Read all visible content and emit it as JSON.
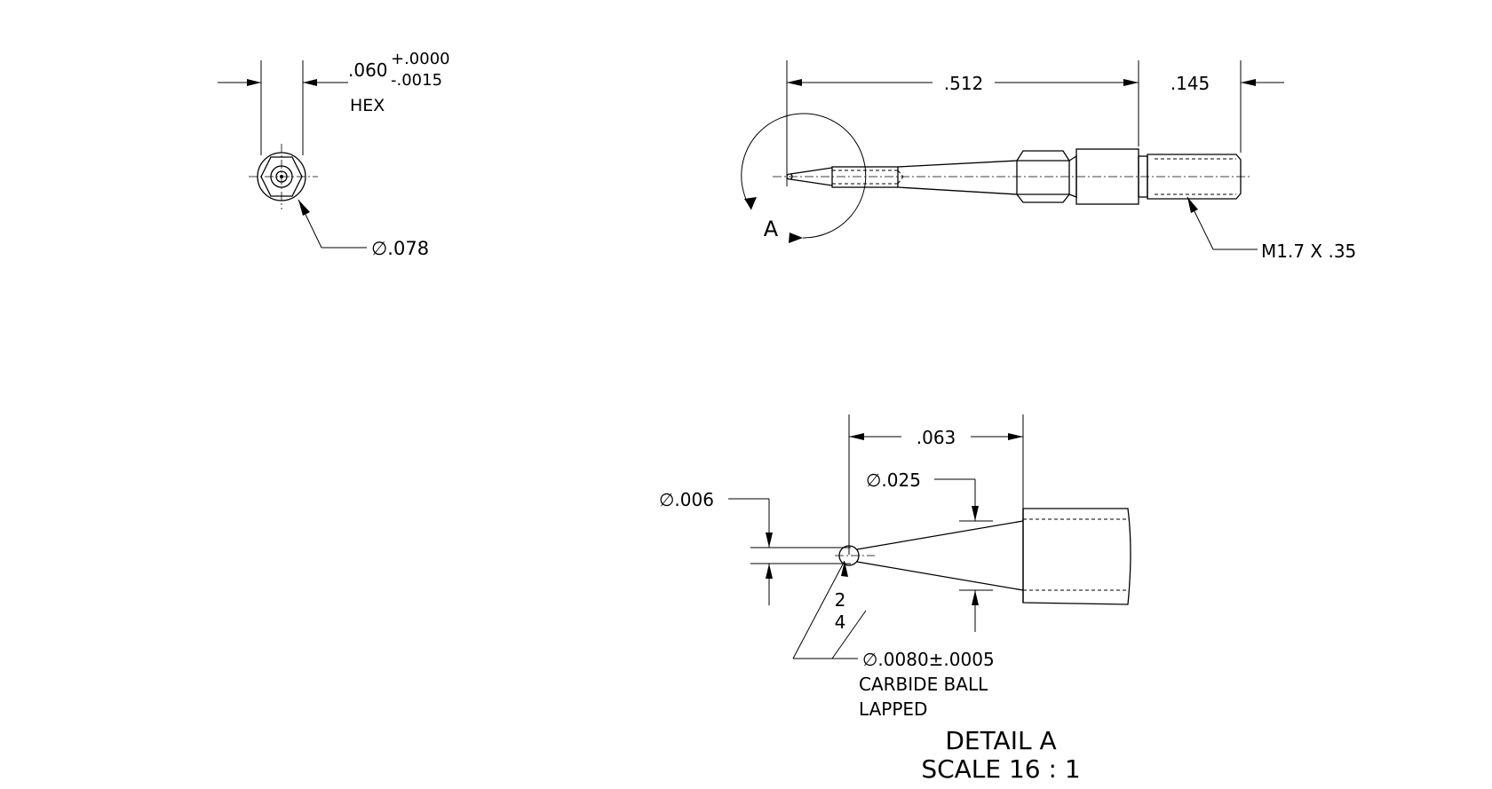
{
  "end_view": {
    "hex_dim": ".060",
    "hex_tol_upper": "+.0000",
    "hex_tol_lower": "-.0015",
    "hex_label": "HEX",
    "dia_symbol": "∅",
    "dia_value": ".078"
  },
  "side_view": {
    "length_dim": ".512",
    "thread_length_dim": ".145",
    "thread_callout": "M1.7 X .35",
    "detail_marker": "A"
  },
  "detail_view": {
    "length_dim": ".063",
    "cone_dia": "∅.025",
    "tip_dia": "∅.006",
    "radius_upper": "2",
    "radius_lower": "4",
    "ball_callout": "∅.0080±.0005",
    "ball_material": "CARBIDE BALL",
    "ball_finish": "LAPPED",
    "title": "DETAIL A",
    "scale": "SCALE 16 : 1"
  }
}
